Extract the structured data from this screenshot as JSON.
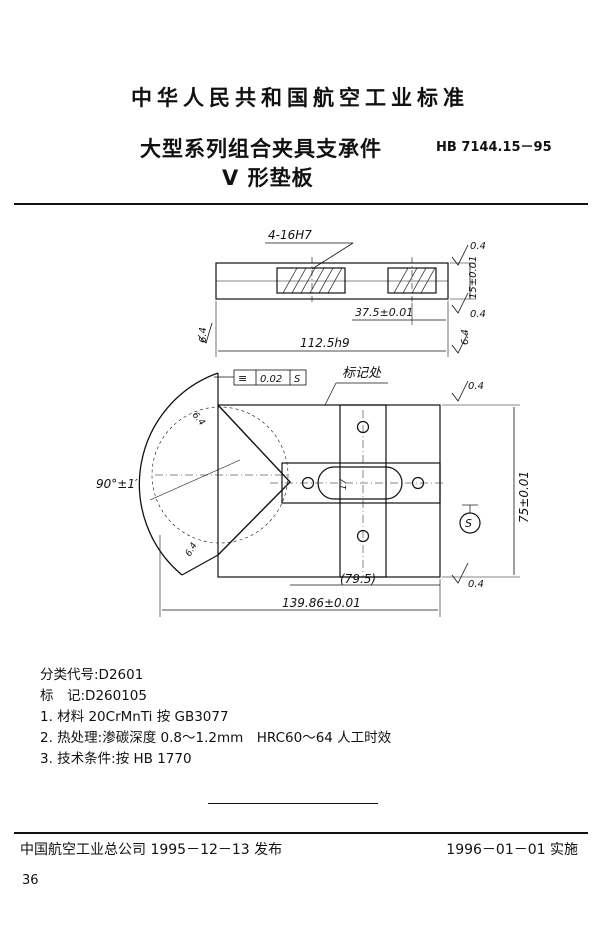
{
  "header": {
    "standard_org": "中华人民共和国航空工业标准",
    "title_line1": "大型系列组合夹具支承件",
    "title_line2": "V 形垫板",
    "standard_number": "HB 7144.15－95"
  },
  "drawing": {
    "hole_spec": "4-16H7",
    "length_dim": "112.5h9",
    "height_dim": "15±0.01",
    "offset_dim": "37.5±0.01",
    "width_dim": "75±0.01",
    "ref_dim": "(79.5)",
    "overall_dim": "139.86±0.01",
    "angle_dim": "90°±1′",
    "symmetry_tol": "0.02",
    "datum_s": "S",
    "marking_label": "标记处",
    "roughness_0_4": "0.4",
    "roughness_6_4": "6.4",
    "groove_width": "17"
  },
  "notes": {
    "classification": "分类代号:D2601",
    "marking": "标　记:D260105",
    "item1": "1. 材料 20CrMnTi 按 GB3077",
    "item2": "2. 热处理:渗碳深度 0.8～1.2mm　HRC60～64 人工时效",
    "item3": "3. 技术条件:按 HB 1770"
  },
  "footer": {
    "issuer": "中国航空工业总公司 1995－12－13 发布",
    "effective": "1996－01－01 实施",
    "page_number": "36"
  }
}
